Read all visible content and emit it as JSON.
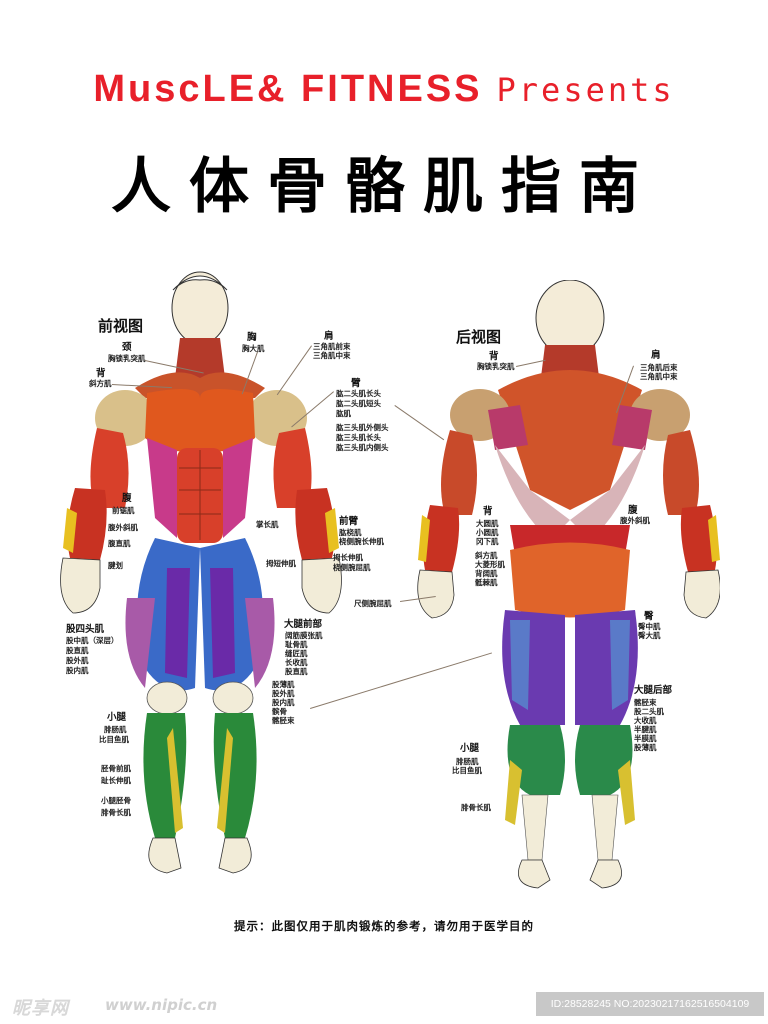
{
  "header": {
    "brand": "MuscLE& FITNESS",
    "presents": "Presents",
    "title_cn": "人体骨骼肌指南",
    "accent_color": "#e8202a"
  },
  "front_view": {
    "label": "前视图",
    "groups": [
      {
        "head": "颈",
        "items": [
          "胸锁乳突肌"
        ]
      },
      {
        "head": "背",
        "items": [
          "斜方肌"
        ]
      },
      {
        "head": "胸",
        "items": [
          "胸大肌"
        ]
      },
      {
        "head": "肩",
        "items": [
          "三角肌前束",
          "三角肌中束"
        ]
      },
      {
        "head": "臂",
        "items": [
          "肱二头肌长头",
          "肱二头肌短头",
          "肱肌",
          "肱三头肌外侧头",
          "肱三头肌长头",
          "肱三头肌内侧头"
        ]
      },
      {
        "head": "腹",
        "items": [
          "前锯肌",
          "腹外斜肌",
          "腹直肌",
          "腱划"
        ]
      },
      {
        "head": "",
        "items": [
          "掌长肌",
          "拇短伸肌"
        ]
      },
      {
        "head": "前臂",
        "items": [
          "肱桡肌",
          "桡侧腕长伸肌",
          "拇长伸肌",
          "桡侧腕屈肌"
        ]
      },
      {
        "head": "",
        "items": [
          "尺侧腕屈肌"
        ]
      },
      {
        "head": "股四头肌",
        "items": [
          "股中肌（深层）",
          "股直肌",
          "股外肌",
          "股内肌"
        ]
      },
      {
        "head": "大腿前部",
        "items": [
          "阔筋膜张肌",
          "耻骨肌",
          "缝匠肌",
          "长收肌",
          "股直肌"
        ]
      },
      {
        "head": "",
        "items": [
          "股薄肌",
          "股外肌",
          "股内肌",
          "髌骨",
          "髂胫束"
        ]
      },
      {
        "head": "小腿",
        "items": [
          "腓肠肌",
          "比目鱼肌",
          "胫骨前肌",
          "趾长伸肌",
          "小腿胫骨",
          "腓骨长肌"
        ]
      }
    ]
  },
  "back_view": {
    "label": "后视图",
    "groups": [
      {
        "head": "背",
        "items": [
          "胸锁乳突肌"
        ]
      },
      {
        "head": "肩",
        "items": [
          "三角肌后束",
          "三角肌中束"
        ]
      },
      {
        "head": "背",
        "items": [
          "大圆肌",
          "小圆肌",
          "冈下肌"
        ]
      },
      {
        "head": "",
        "items": [
          "斜方肌",
          "大菱形肌",
          "背阔肌",
          "骶棘肌"
        ]
      },
      {
        "head": "腹",
        "items": [
          "腹外斜肌"
        ]
      },
      {
        "head": "臀",
        "items": [
          "臀中肌",
          "臀大肌"
        ]
      },
      {
        "head": "大腿后部",
        "items": [
          "髂胫束",
          "股二头肌",
          "大收肌",
          "半腱肌",
          "半膜肌",
          "股薄肌"
        ]
      },
      {
        "head": "小腿",
        "items": [
          "腓肠肌",
          "比目鱼肌"
        ]
      },
      {
        "head": "",
        "items": [
          "腓骨长肌"
        ]
      }
    ]
  },
  "footer": {
    "note": "提示：此图仅用于肌肉锻炼的参考，请勿用于医学目的"
  },
  "watermark": {
    "logo": "昵享网",
    "url": "www.nipic.cn",
    "id": "ID:28528245 NO:20230217162516504109"
  }
}
